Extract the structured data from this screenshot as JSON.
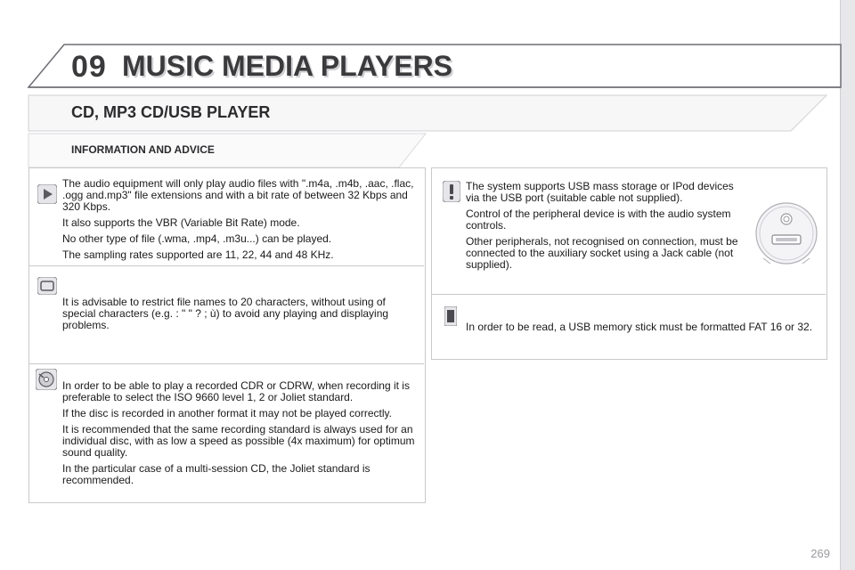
{
  "header": {
    "chapter_number": "09",
    "chapter_title": "MUSIC MEDIA PLAYERS"
  },
  "section_title": "CD, MP3 CD/USB PLAYER",
  "subsection_title": "INFORMATION AND ADVICE",
  "left_column": {
    "block1": {
      "icon": "play-triangle-icon",
      "paragraphs": [
        "The audio equipment will only play audio files with \".m4a, .m4b, .aac, .flac, .ogg and.mp3\" file extensions and with a bit rate of between 32 Kbps and 320 Kbps.",
        "It also supports the VBR (Variable Bit Rate) mode.",
        "No other type of file (.wma, .mp4, .m3u...) can be played.",
        "The sampling rates supported are 11, 22, 44 and 48 KHz."
      ]
    },
    "block2": {
      "icon": "screen-icon",
      "paragraphs": [
        "It is advisable to restrict file names to 20 characters, without using of special characters (e.g. : \" \" ? ; ù) to avoid any playing and displaying problems."
      ]
    },
    "block3": {
      "icon": "disc-icon",
      "paragraphs": [
        "In order to be able to play a recorded CDR or CDRW, when recording it is preferable to select the ISO 9660 level 1, 2 or Joliet standard.",
        "If the disc is recorded in another format it may not be played correctly.",
        "It is recommended that the same recording standard is always used for an individual disc, with as low a speed as possible (4x maximum) for optimum sound quality.",
        "In the particular case of a multi-session CD, the Joliet standard is recommended."
      ]
    }
  },
  "right_column": {
    "block1": {
      "icon": "warning-exclamation-icon",
      "paragraphs": [
        "The system supports USB mass storage or IPod devices via the USB port (suitable cable not supplied).",
        "Control of the peripheral device is with the audio system controls.",
        "Other peripherals, not recognised on connection, must be connected to the auxiliary socket using a Jack cable (not supplied)."
      ],
      "illustration": "usb-port-illustration"
    },
    "block2": {
      "icon": "info-note-icon",
      "paragraphs": [
        "In order to be read, a USB memory stick must be formatted FAT 16 or 32."
      ]
    }
  },
  "page_number": "269",
  "colors": {
    "header_border": "#7a7a80",
    "panel_border": "#c9c9cd",
    "icon_bg": "#5a5a60",
    "strip_bg": "#e8e8ea"
  }
}
